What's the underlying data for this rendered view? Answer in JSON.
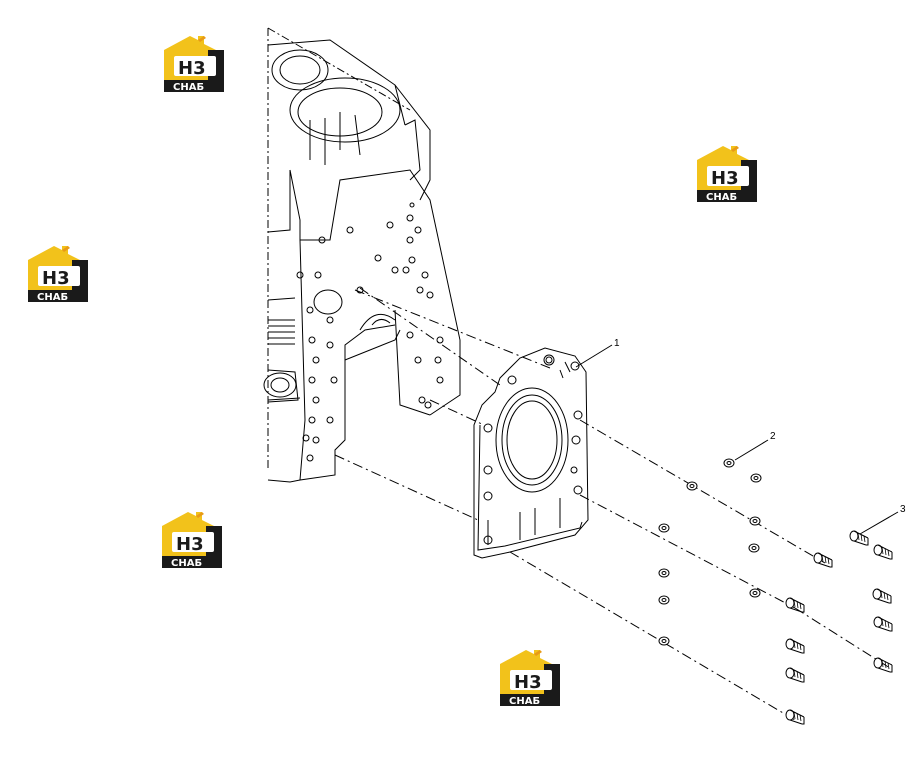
{
  "callouts": [
    {
      "label": "1"
    },
    {
      "label": "2"
    },
    {
      "label": "3"
    }
  ],
  "watermark": {
    "mark": "H3",
    "text": "СНАБ",
    "colors": {
      "yellow": "#f2c21b",
      "dark": "#1a1a1a",
      "orange": "#e89a17"
    }
  },
  "colors": {
    "line": "#000000",
    "background": "#ffffff"
  }
}
